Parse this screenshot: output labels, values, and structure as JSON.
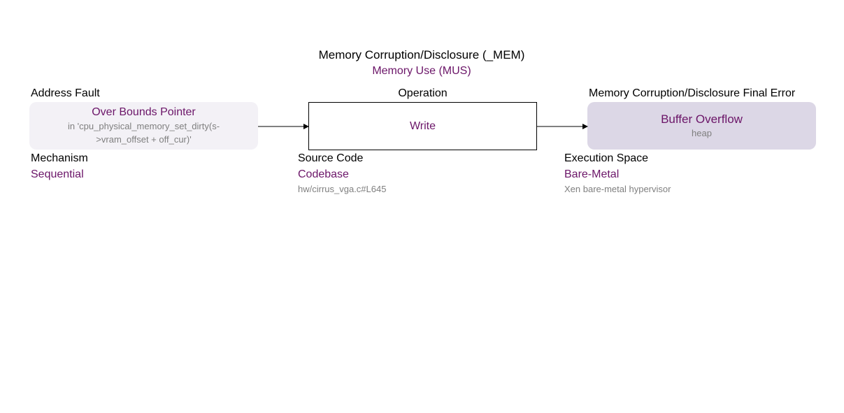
{
  "header": {
    "title": "Memory Corruption/Disclosure (_MEM)",
    "subtitle": "Memory Use (MUS)"
  },
  "cause": {
    "caption": "Address Fault",
    "title": "Over Bounds Pointer",
    "detail": "in  'cpu_physical_memory_set_dirty(s->vram_offset + off_cur)'",
    "below_caption": "Mechanism",
    "below_value": "Sequential"
  },
  "operation": {
    "caption": "Operation",
    "title": "Write",
    "below_caption": "Source Code",
    "below_value": "Codebase",
    "below_detail": "hw/cirrus_vga.c#L645"
  },
  "result": {
    "caption": "Memory Corruption/Disclosure Final Error",
    "title": "Buffer Overflow",
    "detail": "heap",
    "below_caption": "Execution Space",
    "below_value": "Bare-Metal",
    "below_detail": "Xen bare-metal hypervisor"
  },
  "colors": {
    "accent": "#6b1568",
    "muted": "#7f7f7f",
    "cause_fill": "#f3f1f6",
    "result_fill": "#dcd7e6"
  }
}
